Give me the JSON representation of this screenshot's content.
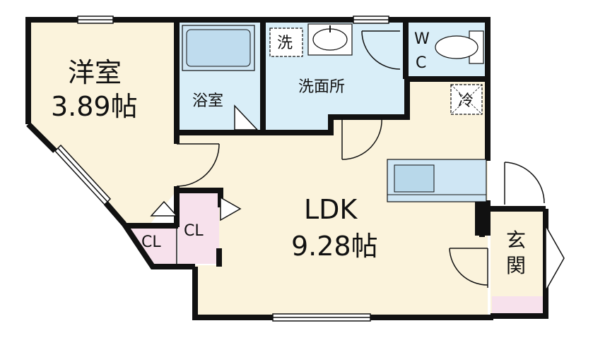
{
  "colors": {
    "room": "#fbf3dc",
    "wet": "#d9eef8",
    "closet": "#f7e1ec",
    "wall": "#111111",
    "fixture": "#b8d8ea"
  },
  "rooms": {
    "western": {
      "name": "洋室",
      "size": "3.89帖"
    },
    "ldk": {
      "name": "LDK",
      "size": "9.28帖"
    },
    "bath": {
      "name": "浴室"
    },
    "washroom": {
      "name": "洗面所"
    },
    "wc_w": "W",
    "wc_c": "C",
    "entrance_1": "玄",
    "entrance_2": "関",
    "closet_left": "CL",
    "closet_right": "CL",
    "washer_mark": "洗",
    "fridge_mark": "冷"
  }
}
